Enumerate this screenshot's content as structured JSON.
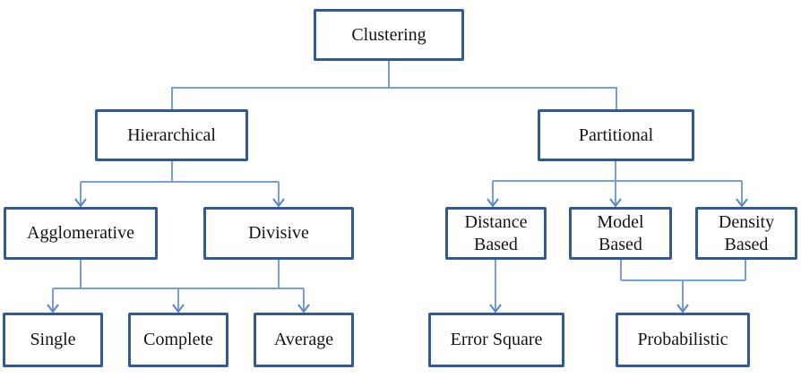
{
  "diagram": {
    "root_label": "Clustering",
    "nodes": {
      "clustering": {
        "label": "Clustering"
      },
      "hierarchical": {
        "label": "Hierarchical"
      },
      "partitional": {
        "label": "Partitional"
      },
      "agglomerative": {
        "label": "Agglomerative"
      },
      "divisive": {
        "label": "Divisive"
      },
      "distance_based": {
        "label": "Distance Based"
      },
      "model_based": {
        "label": "Model Based"
      },
      "density_based": {
        "label": "Density Based"
      },
      "single": {
        "label": "Single"
      },
      "complete": {
        "label": "Complete"
      },
      "average": {
        "label": "Average"
      },
      "error_square": {
        "label": "Error Square"
      },
      "probabilistic": {
        "label": "Probabilistic"
      }
    },
    "edges": [
      {
        "from": "Clustering",
        "to": "Hierarchical"
      },
      {
        "from": "Clustering",
        "to": "Partitional"
      },
      {
        "from": "Hierarchical",
        "to": "Agglomerative"
      },
      {
        "from": "Hierarchical",
        "to": "Divisive"
      },
      {
        "from": "Agglomerative",
        "to": "Single"
      },
      {
        "from": "Agglomerative",
        "to": "Complete"
      },
      {
        "from": "Agglomerative",
        "to": "Average"
      },
      {
        "from": "Divisive",
        "to": "Single"
      },
      {
        "from": "Divisive",
        "to": "Complete"
      },
      {
        "from": "Divisive",
        "to": "Average"
      },
      {
        "from": "Partitional",
        "to": "Distance Based"
      },
      {
        "from": "Partitional",
        "to": "Model Based"
      },
      {
        "from": "Partitional",
        "to": "Density Based"
      },
      {
        "from": "Distance Based",
        "to": "Error Square"
      },
      {
        "from": "Model Based",
        "to": "Probabilistic"
      },
      {
        "from": "Density Based",
        "to": "Probabilistic"
      }
    ],
    "colors": {
      "box_border": "#2f5a96",
      "connector_line": "#76a0d6",
      "arrowhead": "#5585c6",
      "text": "#141414",
      "background": "#ffffff"
    }
  }
}
